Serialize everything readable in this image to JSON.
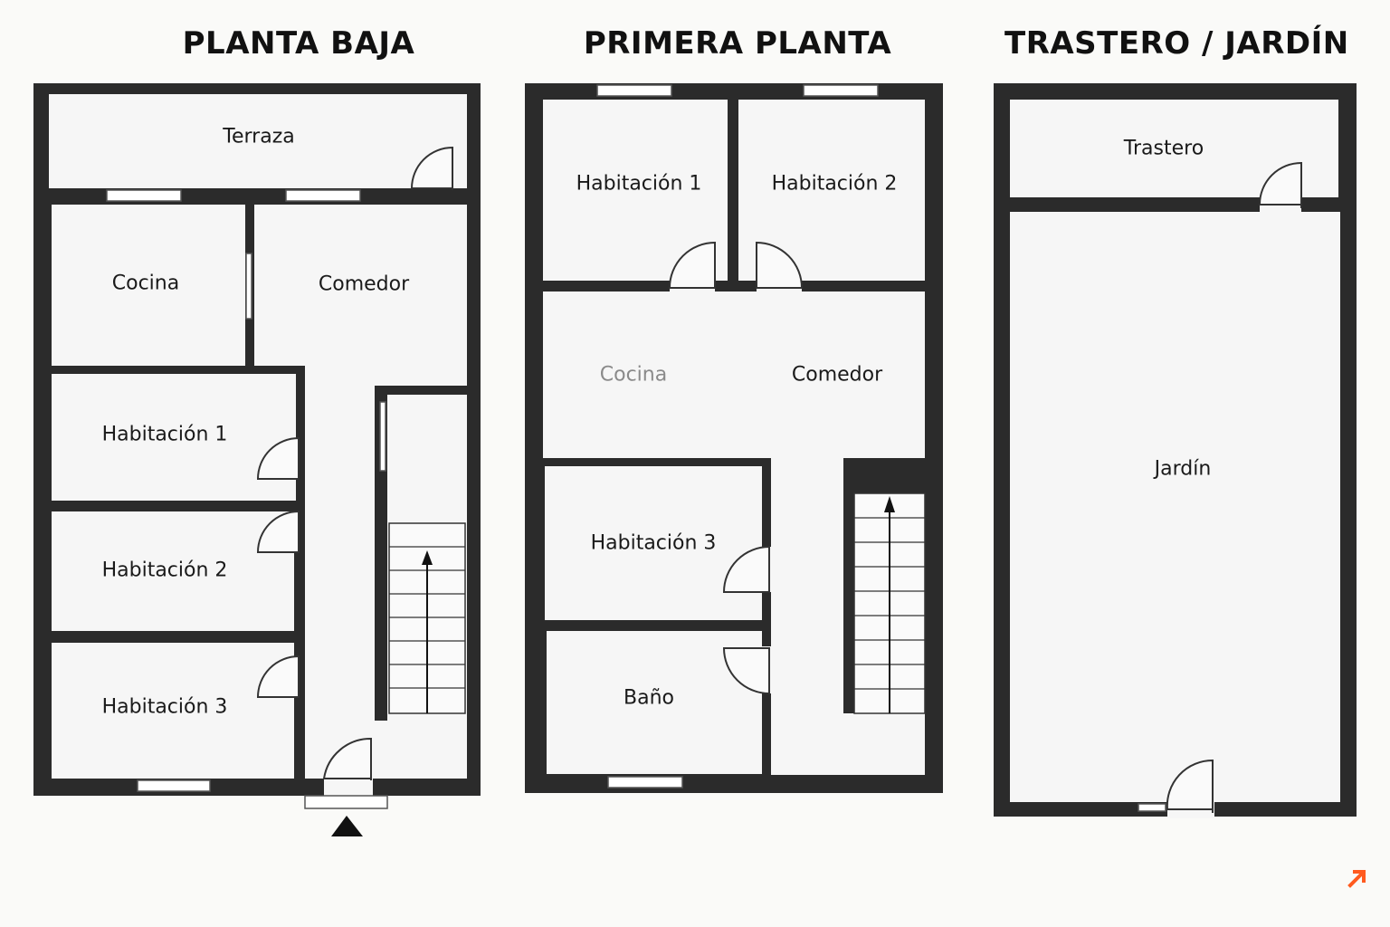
{
  "titles": {
    "ground": "PLANTA BAJA",
    "first": "PRIMERA PLANTA",
    "storage": "TRASTERO / JARDÍN"
  },
  "rooms": {
    "ground": {
      "terraza": "Terraza",
      "cocina": "Cocina",
      "comedor": "Comedor",
      "hab1": "Habitación 1",
      "hab2": "Habitación 2",
      "hab3": "Habitación 3"
    },
    "first": {
      "hab1": "Habitación 1",
      "hab2": "Habitación 2",
      "cocina": "Cocina",
      "comedor": "Comedor",
      "hab3": "Habitación 3",
      "bano": "Baño"
    },
    "storage": {
      "trastero": "Trastero",
      "jardin": "Jardín"
    }
  },
  "icons": {
    "entrance": "entrance-arrow-icon",
    "stairs": "stairs-icon",
    "brand": "brand-arrow-icon"
  },
  "colors": {
    "walls": "#2b2b2b",
    "floor": "#f6f6f6",
    "brand": "#ff5a1f"
  }
}
